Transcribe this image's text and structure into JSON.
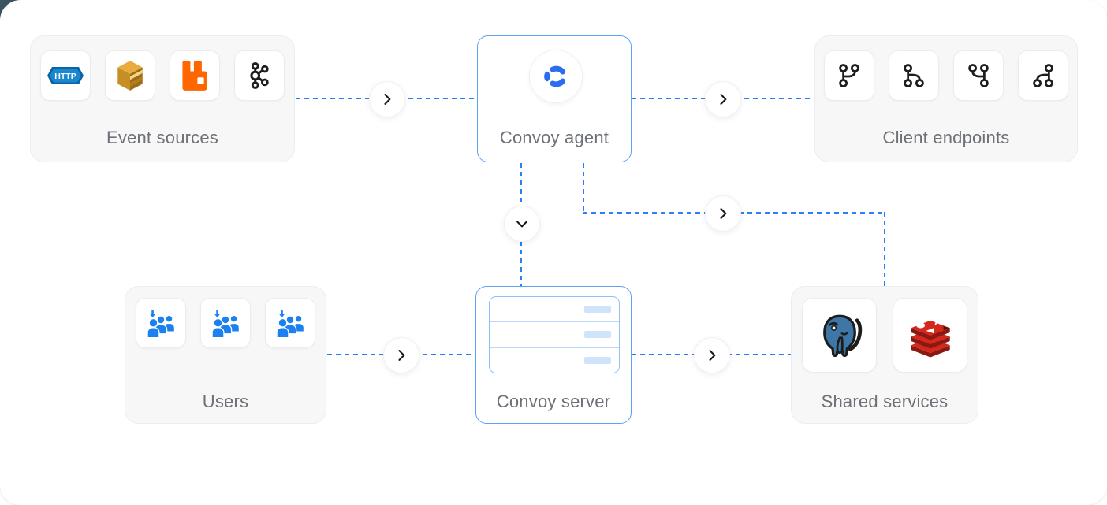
{
  "colors": {
    "accent_blue": "#2b7ff2",
    "blue_box_border": "#5ba3f5",
    "group_box_bg": "#f7f7f8",
    "label_gray": "#6d7177",
    "convoy_logo_blue": "#2b6cf0",
    "users_icon_blue": "#1b80f0",
    "rabbitmq_orange": "#ff6600",
    "redis_red": "#d5281d",
    "postgres_blue": "#3e77a6"
  },
  "boxes": {
    "event_sources": {
      "label": "Event sources",
      "http_badge_text": "HTTP",
      "icons": [
        "http",
        "amazon-sqs",
        "rabbitmq",
        "kafka"
      ]
    },
    "convoy_agent": {
      "label": "Convoy agent",
      "icons": [
        "convoy-logo"
      ]
    },
    "client_endpoints": {
      "label": "Client endpoints",
      "icons": [
        "git-branch",
        "git-branch-flipped-v",
        "git-branch-flipped-h",
        "git-branch-flipped-hv"
      ]
    },
    "users": {
      "label": "Users",
      "icons": [
        "user-group-arrow-down",
        "user-group-arrow-down",
        "user-group-arrow-down"
      ]
    },
    "convoy_server": {
      "label": "Convoy server",
      "art": "table-rows-illustration"
    },
    "shared_services": {
      "label": "Shared services",
      "icons": [
        "postgresql",
        "redis"
      ]
    }
  },
  "connectors": [
    "event-sources-to-agent",
    "agent-to-client-endpoints",
    "agent-down-to-server",
    "agent-to-shared-services",
    "users-to-server",
    "server-to-shared-services"
  ]
}
